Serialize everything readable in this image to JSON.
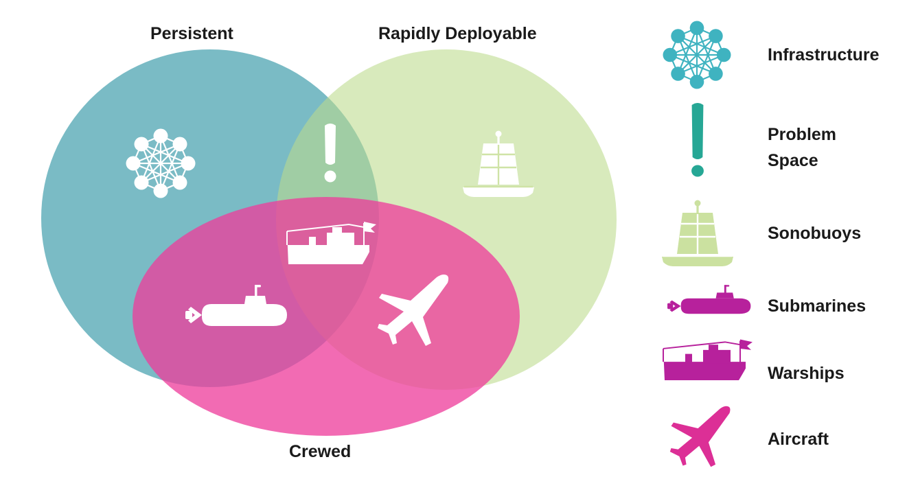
{
  "sets": {
    "persistent": "Persistent",
    "rapidly_deployable": "Rapidly Deployable",
    "crewed": "Crewed"
  },
  "legend": {
    "infrastructure": "Infrastructure",
    "problem_space_line1": "Problem",
    "problem_space_line2": "Space",
    "sonobuoys": "Sonobuoys",
    "submarines": "Submarines",
    "warships": "Warships",
    "aircraft": "Aircraft"
  },
  "colors": {
    "persistent": "#46a1ae",
    "rapidly_deployable": "#cfe3a6",
    "crewed": "#ee3d9b",
    "teal_icon": "#3fb3c0",
    "problem_icon": "#26a795",
    "sonobuoy_icon": "#cbe1a0",
    "magenta_icon": "#b7219c"
  }
}
